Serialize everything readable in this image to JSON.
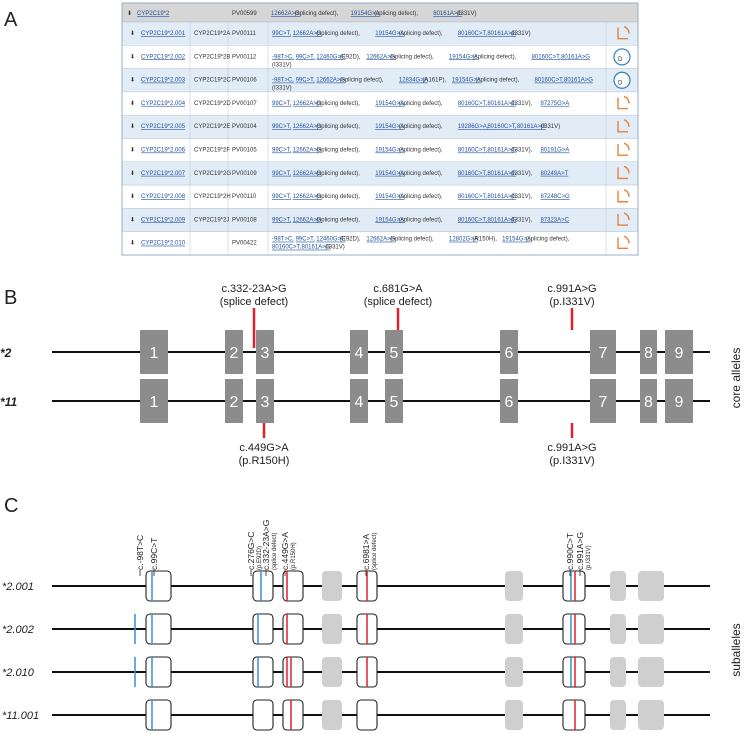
{
  "panels": {
    "a": "A",
    "b": "B",
    "c": "C"
  },
  "table": {
    "header": {
      "allele": "CYP2C19*2",
      "id": "PV00599",
      "variants": [
        "12662A>G",
        "(splicing defect), ",
        "19154G>A",
        " (splicing defect), ",
        "80161A>G",
        " (I331V)"
      ]
    },
    "rows": [
      {
        "allele": "CYP2C19*2.001",
        "legacy": "CYP2C19*2A",
        "id": "PV00111",
        "variants": [
          "99C>T, ",
          "12662A>G",
          " (splicing defect), ",
          "19154G>A",
          " (splicing defect), ",
          "80160C>T, ",
          "80161A>G",
          " (I331V)"
        ],
        "level": "L"
      },
      {
        "allele": "CYP2C19*2.002",
        "legacy": "CYP2C19*2B",
        "id": "PV00112",
        "variants": [
          "-98T>C, ",
          "99C>T, ",
          "12460G>C",
          " (E92D), ",
          "12662A>G",
          " (splicing defect), ",
          "19154G>A",
          " (splicing defect), ",
          "80160C>T, ",
          "80161A>G",
          " (I331V)"
        ],
        "level": "D"
      },
      {
        "allele": "CYP2C19*2.003",
        "legacy": "CYP2C19*2C",
        "id": "PV00106",
        "variants": [
          "-98T>C, ",
          "99C>T, ",
          "12662A>G",
          " (splicing defect), ",
          "12834G>A",
          " (A161P), ",
          "19154G>A",
          " (splicing defect), ",
          "80160C>T, ",
          "80161A>G",
          " (I331V)"
        ],
        "level": "D"
      },
      {
        "allele": "CYP2C19*2.004",
        "legacy": "CYP2C19*2D",
        "id": "PV00107",
        "variants": [
          "99C>T, ",
          "12662A>G",
          " (splicing defect), ",
          "19154G>A",
          " (splicing defect), ",
          "80160C>T, ",
          "80161A>G",
          " (I331V), ",
          "87275G>A"
        ],
        "level": "L"
      },
      {
        "allele": "CYP2C19*2.005",
        "legacy": "CYP2C19*2E",
        "id": "PV00104",
        "variants": [
          "99C>T, ",
          "12662A>G",
          " (splicing defect), ",
          "19154G>A",
          " (splicing defect), ",
          "19286G>A, ",
          "80160C>T, ",
          "80161A>G",
          " (I331V)"
        ],
        "level": "L"
      },
      {
        "allele": "CYP2C19*2.006",
        "legacy": "CYP2C19*2F",
        "id": "PV00105",
        "variants": [
          "99C>T, ",
          "12662A>G",
          " (splicing defect), ",
          "19154G>A",
          " (splicing defect), ",
          "80160C>T, ",
          "80161A>G",
          " (I331V), ",
          "80191G>A"
        ],
        "level": "L"
      },
      {
        "allele": "CYP2C19*2.007",
        "legacy": "CYP2C19*2G",
        "id": "PV00109",
        "variants": [
          "99C>T, ",
          "12662A>G",
          " (splicing defect), ",
          "19154G>A",
          " (splicing defect), ",
          "80160C>T, ",
          "80161A>G",
          " (I331V), ",
          "80249A>T"
        ],
        "level": "L"
      },
      {
        "allele": "CYP2C19*2.008",
        "legacy": "CYP2C19*2H",
        "id": "PV00110",
        "variants": [
          "99C>T, ",
          "12662A>G",
          " (splicing defect), ",
          "19154G>A",
          " (splicing defect), ",
          "80160C>T, ",
          "80161A>G",
          " (I331V), ",
          "87248C>G"
        ],
        "level": "L"
      },
      {
        "allele": "CYP2C19*2.009",
        "legacy": "CYP2C19*2J",
        "id": "PV00108",
        "variants": [
          "99C>T, ",
          "12662A>G",
          " (splicing defect), ",
          "19154G>A",
          " (splicing defect), ",
          "80160C>T, ",
          "80161A>G",
          " (I331V), ",
          "87323A>C"
        ],
        "level": "L"
      },
      {
        "allele": "CYP2C19*2.010",
        "legacy": "",
        "id": "PV00422",
        "variants": [
          "-98T>C, ",
          "99C>T, ",
          "12460G>C",
          " (E92D), ",
          "12662A>G",
          " (splicing defect), ",
          "12802G>A",
          " (R150H), ",
          "19154G>A",
          " (splicing defect), ",
          "80160C>T, ",
          "80161A>G",
          " (I331V)"
        ],
        "level": "L"
      }
    ]
  },
  "panel_b": {
    "exons": [
      "1",
      "2",
      "3",
      "4",
      "5",
      "6",
      "7",
      "8",
      "9"
    ],
    "alleles": [
      "*2",
      "*11"
    ],
    "side_label": "core alleles",
    "top_variants": [
      {
        "l1": "c.332-23A>G",
        "l2": "(splice defect)"
      },
      {
        "l1": "c.681G>A",
        "l2": "(splice defect)"
      },
      {
        "l1": "c.991A>G",
        "l2": "(p.I331V)"
      }
    ],
    "bottom_variants": [
      {
        "l1": "c.449G>A",
        "l2": "(p.R150H)"
      },
      {
        "l1": "c.991A>G",
        "l2": "(p.I331V)"
      }
    ]
  },
  "panel_c": {
    "suballeles": [
      "*2.001",
      "*2.002",
      "*2.010",
      "*11.001"
    ],
    "side_label": "suballeles",
    "variant_labels": [
      {
        "main": "c.-98T>C",
        "sub": ""
      },
      {
        "main": "c.99C>T",
        "sub": ""
      },
      {
        "main": "c.276G>C",
        "sub": "(p.E92D)"
      },
      {
        "main": "c.332-23A>G",
        "sub": "(splice defect)"
      },
      {
        "main": "c.449G>A",
        "sub": "(p.R150H)"
      },
      {
        "main": "c.6981>A",
        "sub": "(splice defect)"
      },
      {
        "main": "c.990C>T",
        "sub": ""
      },
      {
        "main": "c.991A>G",
        "sub": "(p.I331V)"
      }
    ]
  },
  "colors": {
    "exon_grey": "#8c8c8c",
    "light_grey": "#cfcfcf",
    "red": "#e0202a",
    "blue": "#3a8fd8",
    "table_row": "#e1ecf6",
    "table_header": "#d6d6d6",
    "link": "#1f4f9f",
    "badge_orange": "#e8823a",
    "badge_blue": "#2a7fc0"
  }
}
